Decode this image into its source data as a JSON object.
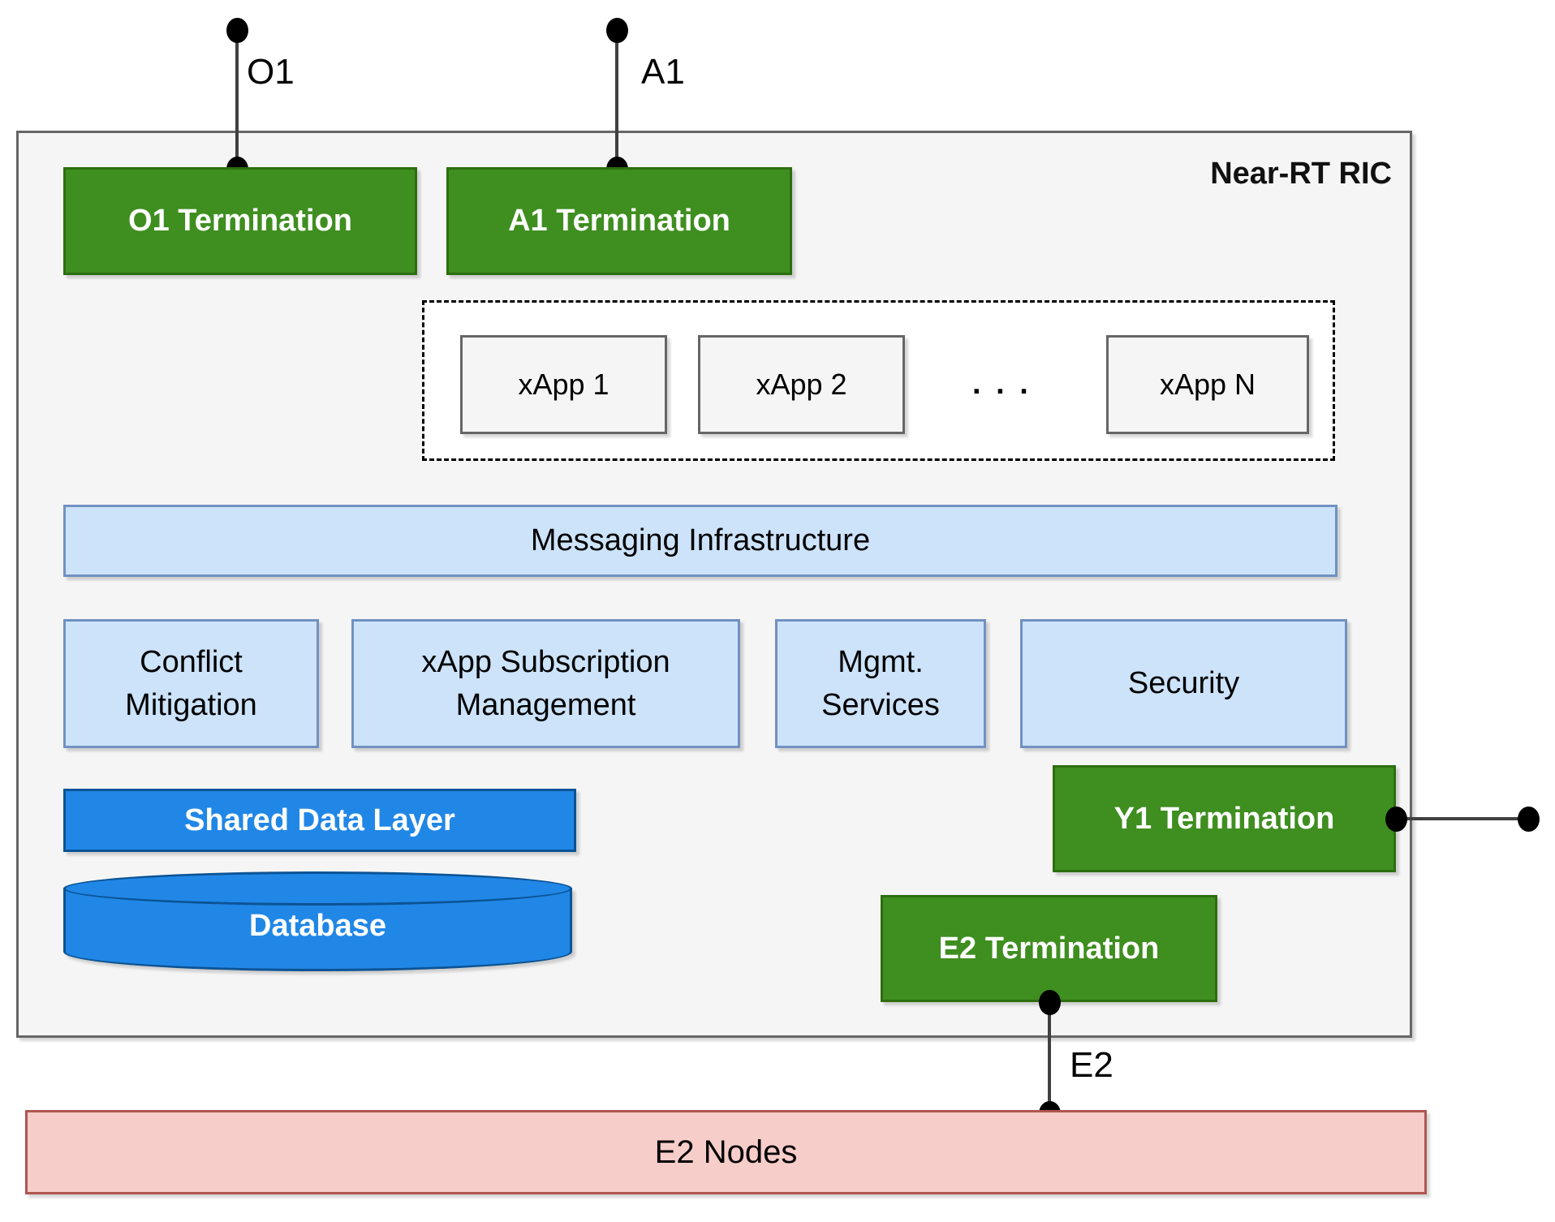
{
  "frame": {
    "title": "Near-RT RIC"
  },
  "interfaces": {
    "o1_label": "O1",
    "a1_label": "A1",
    "e2_label": "E2"
  },
  "terminations": {
    "o1": "O1 Termination",
    "a1": "A1 Termination",
    "y1": "Y1 Termination",
    "e2": "E2 Termination"
  },
  "xapp_group": {
    "items": [
      "xApp 1",
      "xApp 2",
      "xApp N"
    ],
    "ellipsis": ". . ."
  },
  "platform": {
    "messaging": "Messaging Infrastructure",
    "conflict": "Conflict Mitigation",
    "subscription": "xApp Subscription Management",
    "mgmt": "Mgmt. Services",
    "security": "Security",
    "sdl": "Shared Data Layer",
    "database": "Database"
  },
  "external": {
    "e2_nodes": "E2 Nodes"
  },
  "colors": {
    "green_fill": "#3f8e20",
    "green_border": "#2d6e10",
    "light_blue_fill": "#cce3fa",
    "light_blue_border": "#7191c1",
    "bright_blue_fill": "#2187e7",
    "bright_blue_border": "#0b5394",
    "pink_fill": "#f7cdca",
    "pink_border": "#b05650",
    "gray_fill": "#f5f5f5",
    "gray_border": "#666666",
    "connector": "#404040",
    "dot": "#000000"
  }
}
